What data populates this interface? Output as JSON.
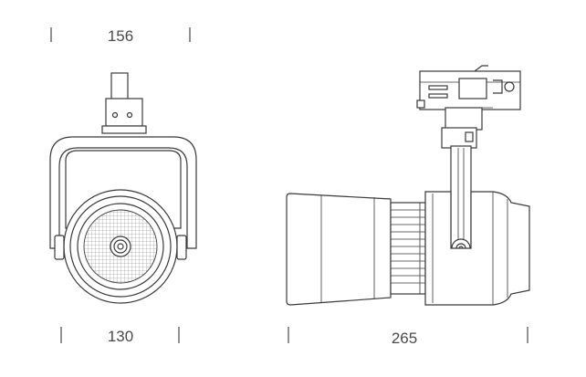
{
  "dimensions": {
    "front_width_top": "156",
    "front_width_bottom": "130",
    "side_length": "265"
  }
}
